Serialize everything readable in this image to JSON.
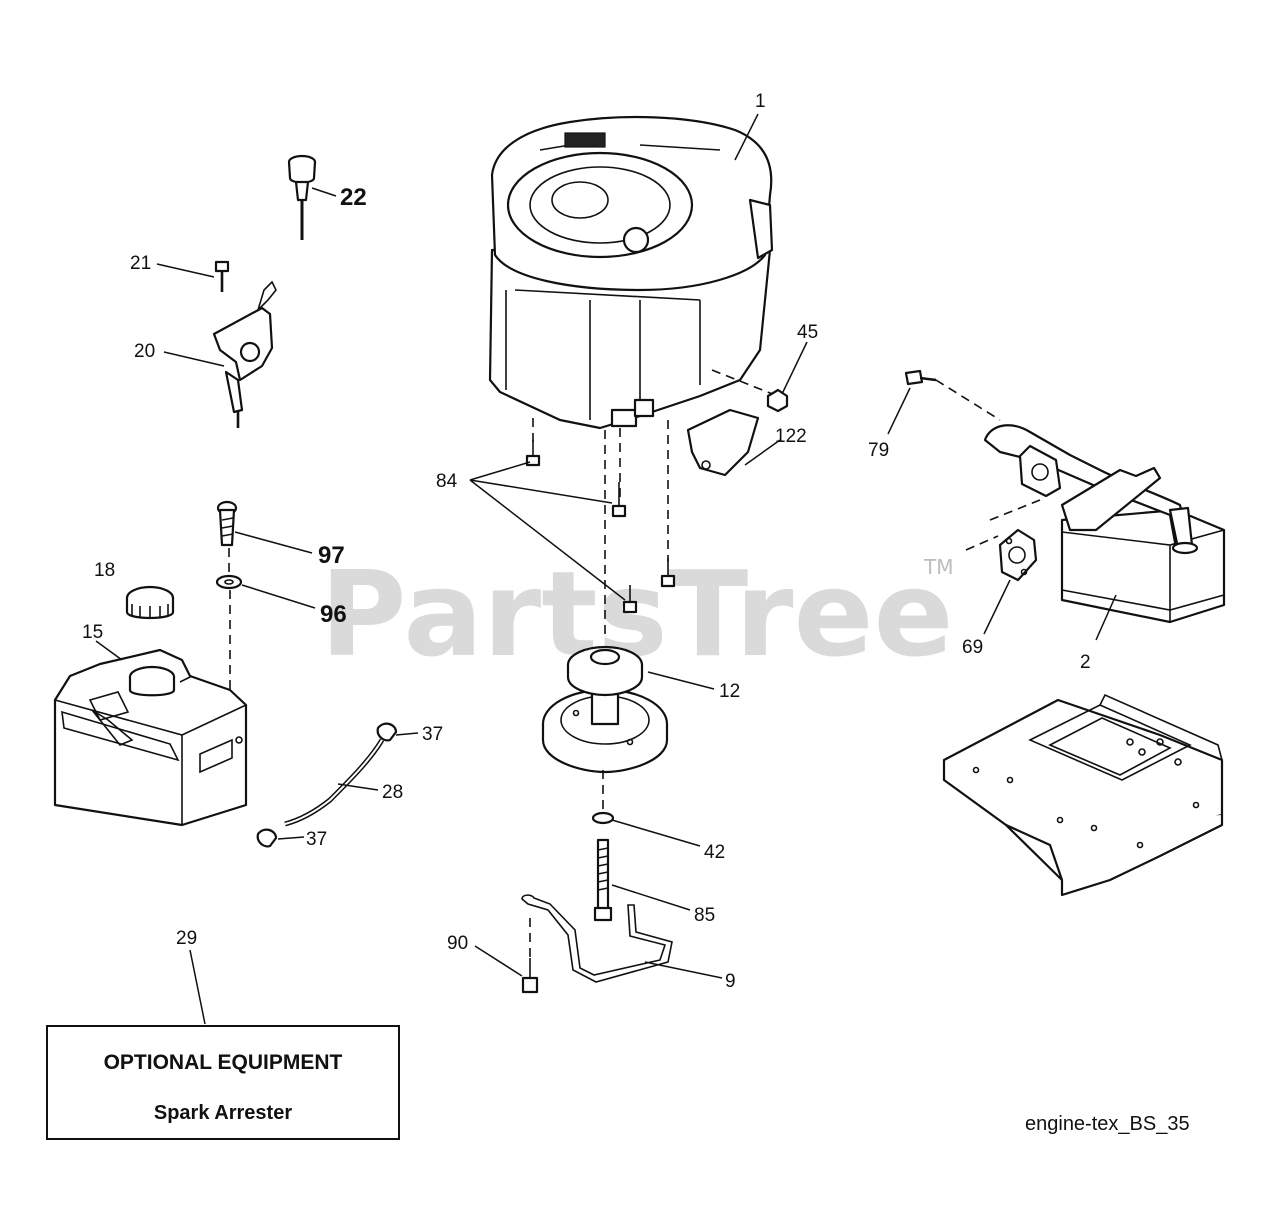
{
  "watermark": {
    "text": "PartsTree",
    "tm": "TM"
  },
  "callouts": {
    "c1": "1",
    "c2": "2",
    "c9": "9",
    "c12": "12",
    "c15": "15",
    "c18": "18",
    "c20": "20",
    "c21": "21",
    "c22": "22",
    "c28": "28",
    "c29": "29",
    "c37a": "37",
    "c37b": "37",
    "c42": "42",
    "c45": "45",
    "c69": "69",
    "c79": "79",
    "c84": "84",
    "c85": "85",
    "c90": "90",
    "c96": "96",
    "c97": "97",
    "c122": "122"
  },
  "optional_box": {
    "title": "OPTIONAL EQUIPMENT",
    "item": "Spark Arrester"
  },
  "reference_code": "engine-tex_BS_35",
  "colors": {
    "line": "#111111",
    "watermark": "#bdbdbd",
    "background": "#ffffff"
  }
}
